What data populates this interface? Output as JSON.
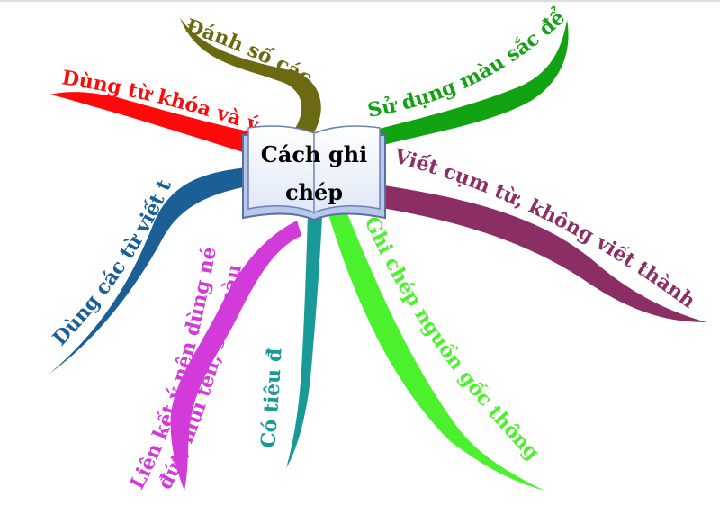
{
  "center": {
    "line1": "Cách ghi",
    "line2": "chép"
  },
  "branches": [
    {
      "id": "danh-so",
      "label": "Đánh số các ý",
      "color": "#6b6a12"
    },
    {
      "id": "mau-sac",
      "label": "Sử dụng màu sắc để ghi",
      "color": "#12a312"
    },
    {
      "id": "tu-khoa",
      "label": "Dùng từ khóa và ý chính",
      "color": "#ff0a0a"
    },
    {
      "id": "viet-cum-tu",
      "label": "Viết cụm từ, không viết thành câu",
      "color": "#8b2e63"
    },
    {
      "id": "viet-tat",
      "label": "Dùng các từ viết tắt",
      "color": "#1a5f96"
    },
    {
      "id": "nguon-goc",
      "label": "Ghi chép nguồn gốc thông tin",
      "color": "#4cf12e"
    },
    {
      "id": "lien-ket",
      "label_line1": "Liên kết ý nên dùng nét",
      "label_line2": "đứt, mũi tên, số, màu sắc",
      "color": "#d23ad9"
    },
    {
      "id": "tieu-de",
      "label": "Có tiêu đề",
      "color": "#1a9999"
    }
  ]
}
